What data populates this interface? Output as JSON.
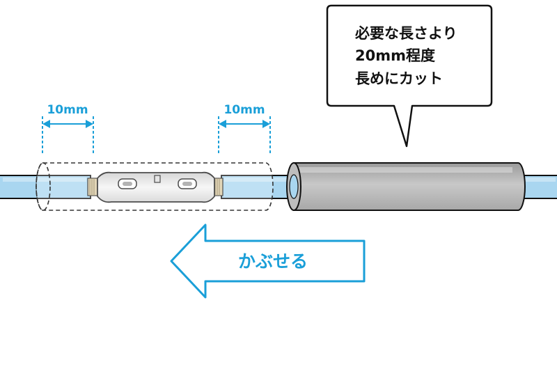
{
  "callout": {
    "lines": [
      "必要な長さより",
      "20mm程度",
      "長めにカット"
    ]
  },
  "dimensions": {
    "left_label": "10mm",
    "right_label": "10mm"
  },
  "arrow": {
    "label": "かぶせる"
  },
  "colors": {
    "accent": "#1a9fd8",
    "cable": "#a9d6f0",
    "tube": "#bdbdbd",
    "outline": "#111111"
  }
}
